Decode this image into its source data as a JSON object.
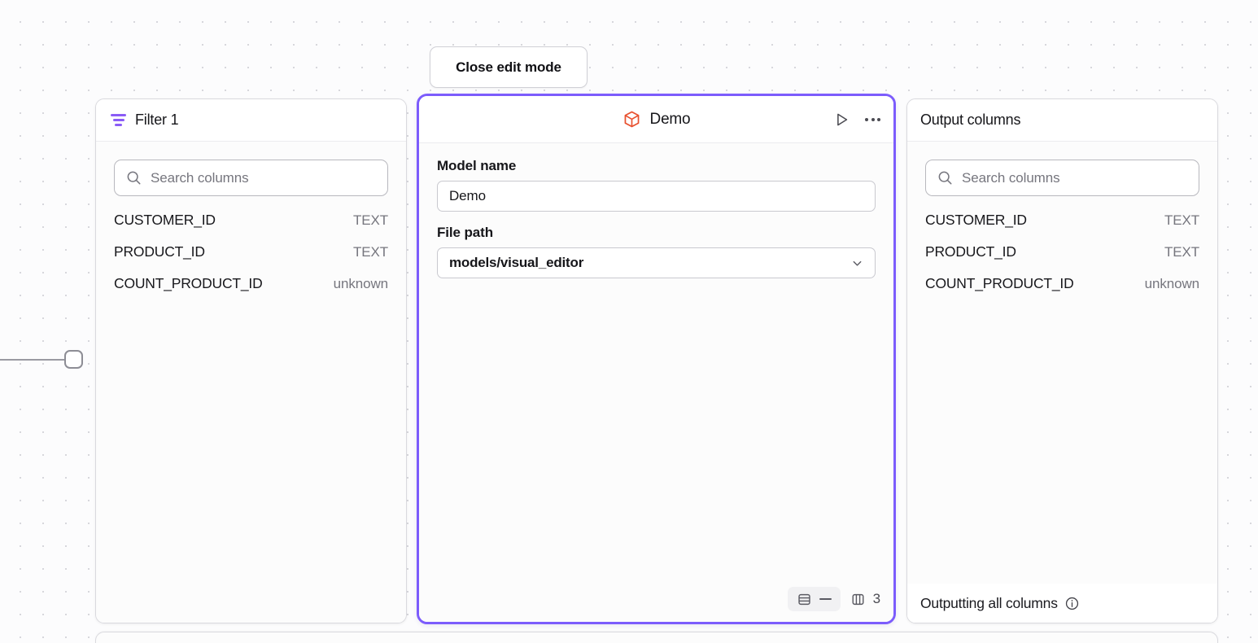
{
  "canvas": {
    "background_color": "#FCFCFD",
    "dot_color": "#D7D7DC"
  },
  "toolbar": {
    "close_edit_mode_label": "Close edit mode"
  },
  "filter_node": {
    "icon": "filter-icon",
    "icon_color": "#8B5CF6",
    "title": "Filter 1",
    "search": {
      "icon": "search-icon",
      "placeholder": "Search columns",
      "value": ""
    },
    "columns": [
      {
        "name": "CUSTOMER_ID",
        "type": "TEXT"
      },
      {
        "name": "PRODUCT_ID",
        "type": "TEXT"
      },
      {
        "name": "COUNT_PRODUCT_ID",
        "type": "unknown"
      }
    ]
  },
  "demo_node": {
    "icon": "cube-icon",
    "icon_color": "#E8502E",
    "title": "Demo",
    "selected_border_color": "#7C5CFC",
    "actions": {
      "run_icon": "play-icon",
      "menu_icon": "ellipsis-icon"
    },
    "fields": {
      "model_name_label": "Model name",
      "model_name_value": "Demo",
      "file_path_label": "File path",
      "file_path_value": "models/visual_editor",
      "file_path_chevron": "chevron-down-icon"
    },
    "footer": {
      "rows_icon": "rows-icon",
      "rows_value": "—",
      "columns_icon": "columns-icon",
      "columns_count": "3"
    }
  },
  "output_node": {
    "title": "Output columns",
    "search": {
      "icon": "search-icon",
      "placeholder": "Search columns",
      "value": ""
    },
    "columns": [
      {
        "name": "CUSTOMER_ID",
        "type": "TEXT"
      },
      {
        "name": "PRODUCT_ID",
        "type": "TEXT"
      },
      {
        "name": "COUNT_PRODUCT_ID",
        "type": "unknown"
      }
    ],
    "footer": {
      "text": "Outputting all columns",
      "info_icon": "info-icon"
    }
  }
}
